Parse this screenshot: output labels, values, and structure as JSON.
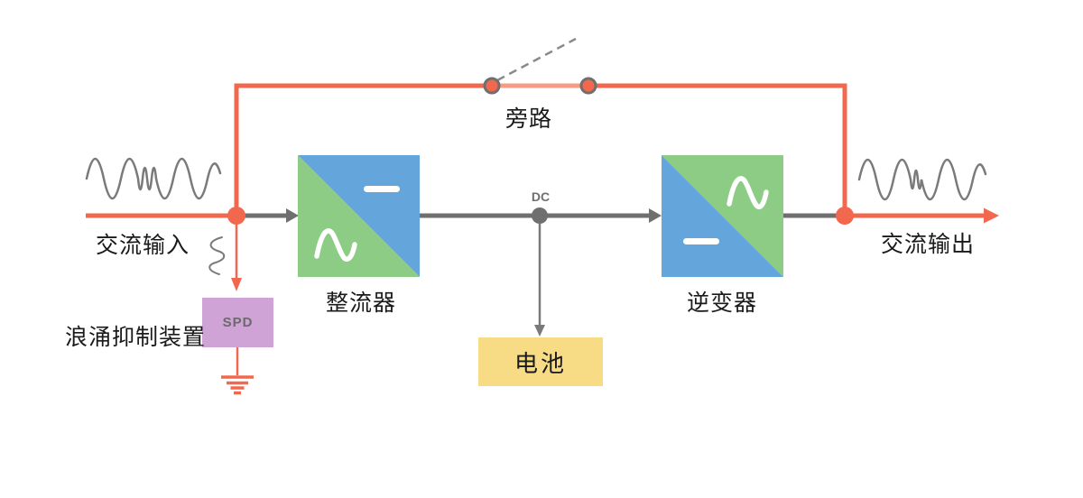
{
  "diagram": {
    "labels": {
      "bypass": "旁路",
      "ac_input": "交流输入",
      "rectifier": "整流器",
      "inverter": "逆变器",
      "ac_output": "交流输出",
      "battery": "电池",
      "spd": "SPD",
      "surge_suppressor": "浪涌抑制装置",
      "dc": "DC"
    },
    "icons": {
      "input_wave": "distorted-sine-wave-icon",
      "output_wave": "sine-wave-with-notch-icon",
      "bypass_switch": "open-switch-icon",
      "surge": "surge-squiggle-icon",
      "ground": "earth-ground-icon",
      "ac_symbol": "sine-wave-symbol",
      "dc_symbol": "minus-bar-symbol"
    },
    "colors": {
      "line_orange": "#F1684E",
      "line_orange_light": "#F59C86",
      "line_gray": "#6F6F6F",
      "wave_gray": "#7A7A7A",
      "converter_blue": "#64A6DC",
      "converter_green": "#8DCC85",
      "battery_yellow": "#F7DC85",
      "spd_purple": "#CFA3D6",
      "text_black": "#1A1A1A"
    }
  }
}
